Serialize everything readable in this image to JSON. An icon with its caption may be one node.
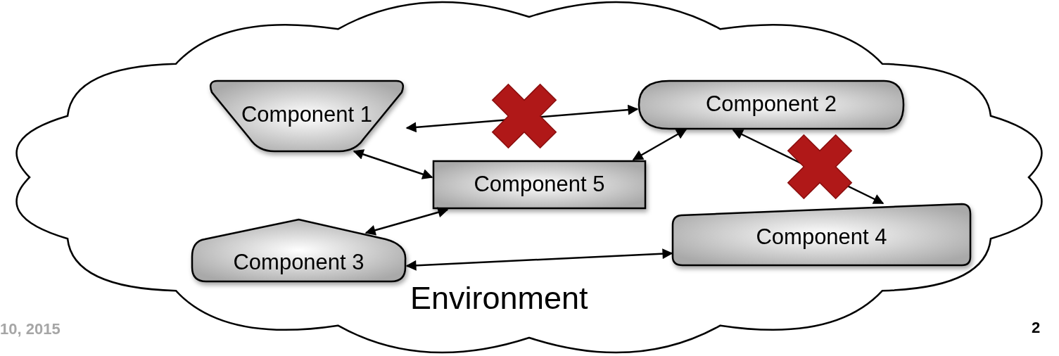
{
  "diagram": {
    "nodes": [
      {
        "text": [
          "Environment"
        ]
      },
      {
        "text": [
          "Component 1"
        ],
        "in": 0
      },
      {
        "text": [
          "Component 2"
        ],
        "in": 0
      },
      {
        "text": [
          "Component 5"
        ],
        "in": 0
      },
      {
        "text": [
          "Component 3"
        ],
        "in": 0
      },
      {
        "text": [
          "Component 4"
        ],
        "in": 0
      }
    ],
    "edges": [
      {
        "from": 1,
        "to": 2,
        "arrow": "both"
      },
      {
        "from": 1,
        "to": 3,
        "arrow": "both"
      },
      {
        "from": 3,
        "to": 2,
        "arrow": "both"
      },
      {
        "from": 2,
        "to": 5,
        "arrow": "both"
      },
      {
        "from": 3,
        "to": 4,
        "arrow": "both"
      },
      {
        "from": 4,
        "to": 5,
        "arrow": "both"
      }
    ],
    "labels": [
      "10, 2015",
      "2"
    ]
  }
}
